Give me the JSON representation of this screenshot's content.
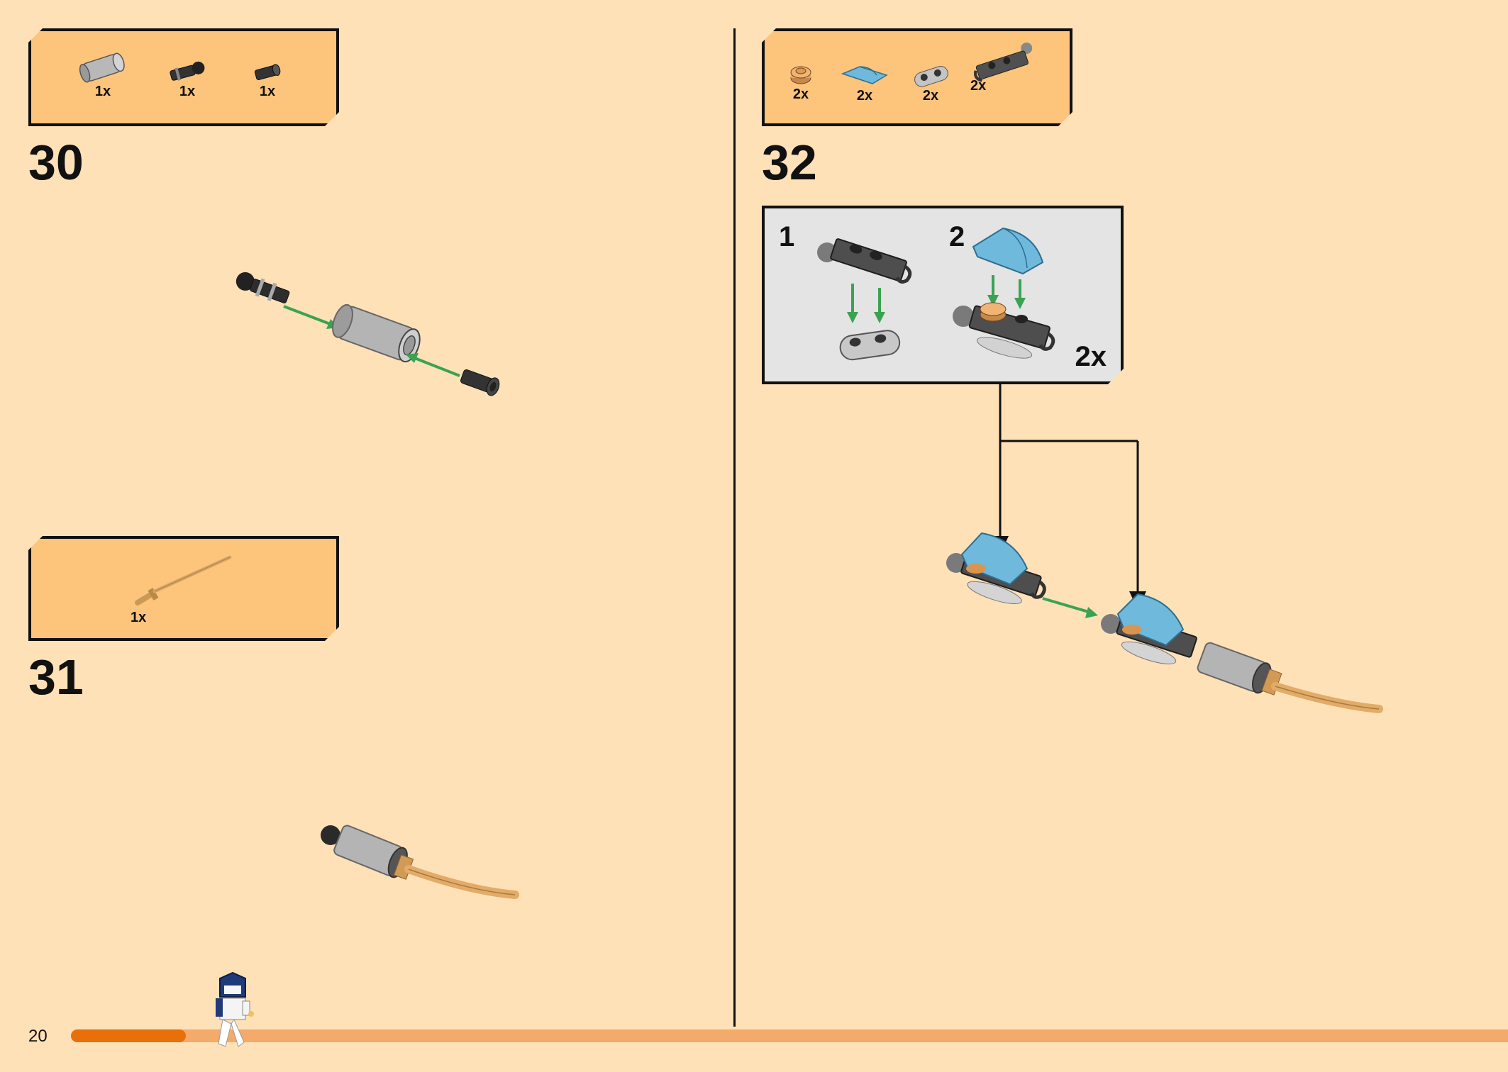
{
  "page": {
    "number": "20",
    "progress": 0.08
  },
  "steps": [
    {
      "number": "30",
      "parts": [
        {
          "name": "light-gray-technic-pin-connector",
          "qty": "1x"
        },
        {
          "name": "black-ball-joint-axle",
          "qty": "1x"
        },
        {
          "name": "black-technic-pin",
          "qty": "1x"
        }
      ]
    },
    {
      "number": "31",
      "parts": [
        {
          "name": "tan-katana-sword",
          "qty": "1x"
        }
      ]
    },
    {
      "number": "32",
      "parts": [
        {
          "name": "tan-round-plate-1x1",
          "qty": "2x"
        },
        {
          "name": "blue-curved-slope",
          "qty": "2x"
        },
        {
          "name": "light-gray-jumper-plate-1x2",
          "qty": "2x"
        },
        {
          "name": "dark-gray-plate-with-clip",
          "qty": "2x"
        }
      ],
      "callout": {
        "sub_step_1": "1",
        "sub_step_2": "2",
        "multiplier": "2x"
      }
    }
  ],
  "colors": {
    "page_background": "#ffe1b8",
    "parts_box": "#fdc47c",
    "callout_background": "#e4e4e4",
    "arrow_green": "#3aa352",
    "progress_fill": "#e8700a",
    "progress_track": "#f4aa6a"
  }
}
